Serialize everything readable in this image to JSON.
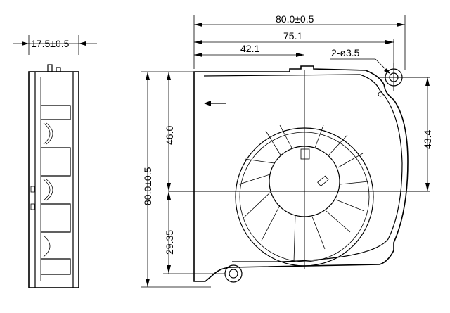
{
  "dimensions": {
    "side_thickness": "17.5±0.5",
    "overall_width": "80.0±0.5",
    "width_75": "75.1",
    "width_42": "42.1",
    "hole_spec": "2-ø3.5",
    "overall_height": "80.0±0.5",
    "height_46": "46.0",
    "height_29": "29.35",
    "height_43": "43.4"
  }
}
